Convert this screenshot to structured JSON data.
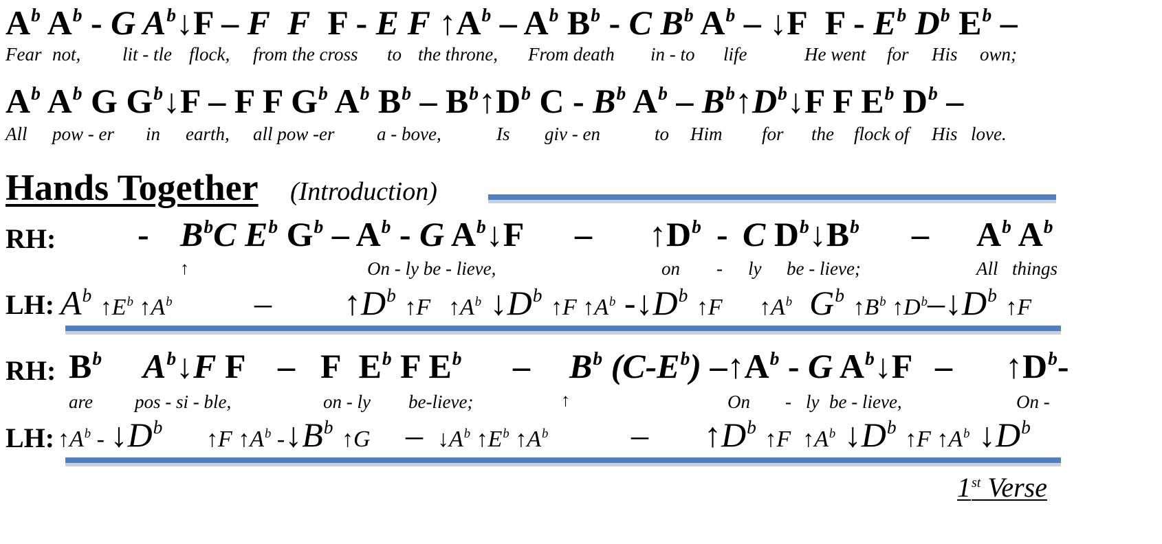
{
  "verse_block": {
    "line1_notes": [
      "Ab Ab - G Ab ↓F – F F F - E F ↑Ab – Ab Bb - C Bb Ab – ↓F F - Eb Db Eb –"
    ],
    "line1_lyrics": [
      "Fear",
      "not,",
      "lit - tle",
      "flock,",
      "from the cross",
      "to",
      "the throne,",
      "From death",
      "in - to",
      "life",
      "He went",
      "for",
      "His",
      "own;"
    ],
    "line2_lyrics": [
      "All",
      "pow - er",
      "in",
      "earth,",
      "all pow -er",
      "a - bove,",
      "Is",
      "giv - en",
      "to",
      "Him",
      "for",
      "the",
      "flock of",
      "His",
      "love."
    ]
  },
  "section": {
    "title": "Hands Together",
    "subtitle": "(Introduction)"
  },
  "labels": {
    "rh": "RH:",
    "lh": "LH:"
  },
  "system1": {
    "lyrics": [
      "On - ly be - lieve,",
      "on",
      "-",
      "ly",
      "be - lieve;",
      "All",
      "things"
    ]
  },
  "system2": {
    "lyrics": [
      "are",
      "pos - si - ble,",
      "on - ly",
      "be-lieve;",
      "On",
      "-",
      "ly",
      "be - lieve,",
      "On -"
    ]
  },
  "footer": {
    "verse_label": "st Verse",
    "verse_number": "1"
  },
  "colors": {
    "bar": "#4f7fbf",
    "bar_shadow": "#c9cfdb"
  }
}
